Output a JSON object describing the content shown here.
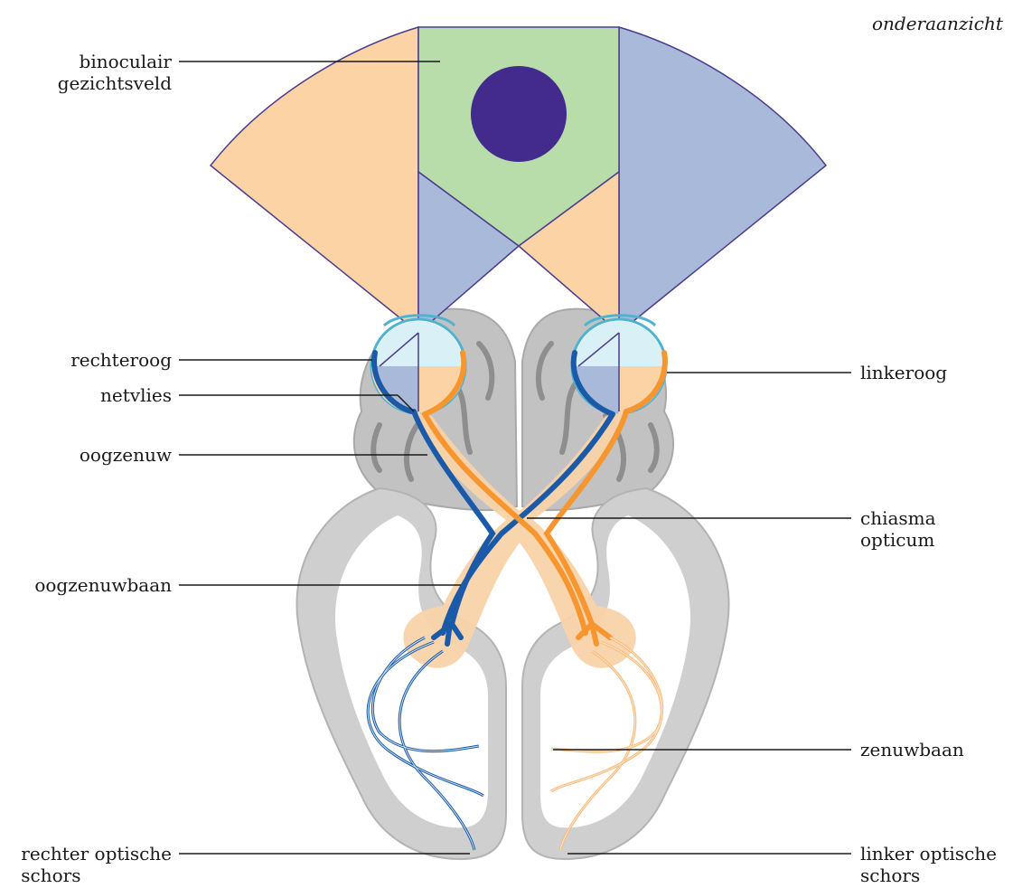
{
  "view_caption": "onderaanzicht",
  "labels": {
    "binocular_field_1": "binoculair",
    "binocular_field_2": "gezichtsveld",
    "right_eye": "rechteroog",
    "retina": "netvlies",
    "optic_nerve": "oogzenuw",
    "optic_tract": "oogzenuwbaan",
    "right_cortex_1": "rechter optische",
    "right_cortex_2": "schors",
    "left_eye": "linkeroog",
    "chiasm_1": "chiasma",
    "chiasm_2": "opticum",
    "radiation": "zenuwbaan",
    "left_cortex_1": "linker optische",
    "left_cortex_2": "schors"
  },
  "colors": {
    "right_field_orange": "#fbd3a5",
    "left_field_blue": "#a8b9da",
    "binocular_green": "#b8dcaa",
    "fixation_purple": "#432a8d",
    "border_purple": "#4b3c8e",
    "brain_gray": "#c8c8c8",
    "brain_dark": "#9b9b9b",
    "nerve_blue": "#1a5aa8",
    "nerve_orange": "#f7962f",
    "pathway_peach": "#f9d3a9",
    "leader_line": "#1a1a1a"
  }
}
